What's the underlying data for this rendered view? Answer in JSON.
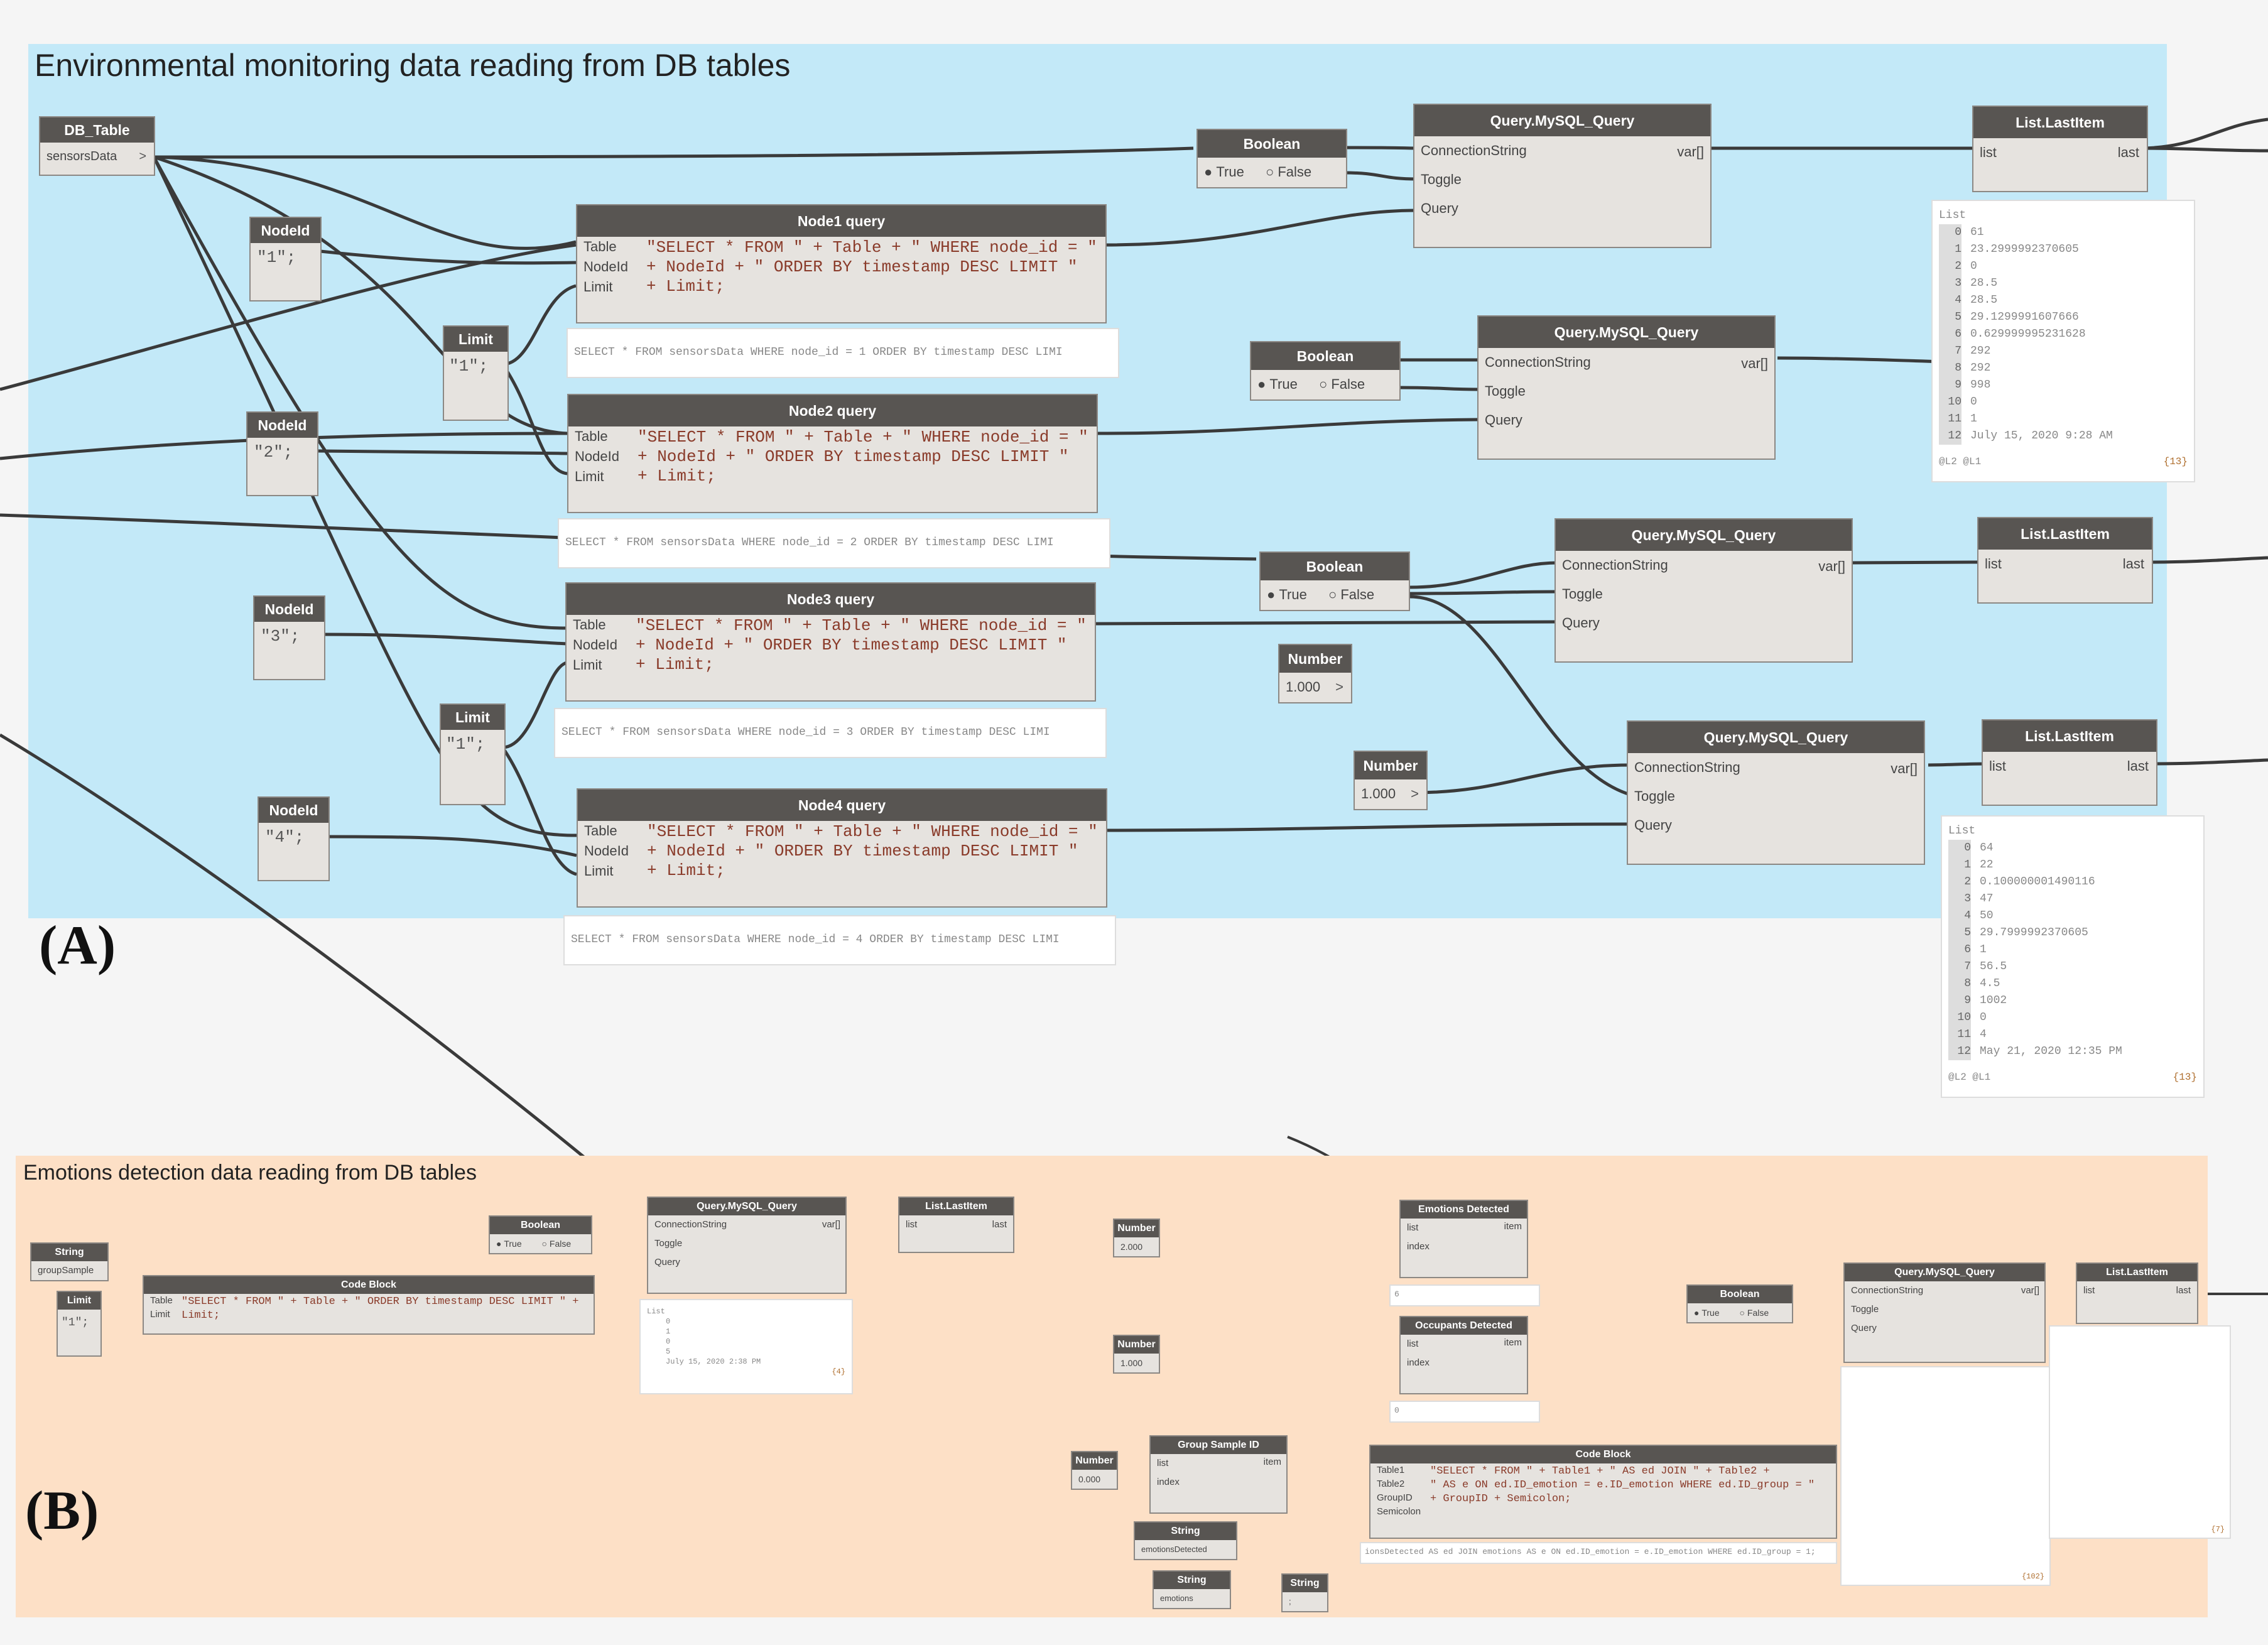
{
  "panel_a": {
    "title": "Environmental monitoring data reading from DB tables",
    "label": "(A)",
    "db_table": {
      "title": "DB_Table",
      "value": "sensorsData"
    },
    "node_ids": [
      {
        "title": "NodeId",
        "value": "\"1\";"
      },
      {
        "title": "NodeId",
        "value": "\"2\";"
      },
      {
        "title": "NodeId",
        "value": "\"3\";"
      },
      {
        "title": "NodeId",
        "value": "\"4\";"
      }
    ],
    "limits": [
      {
        "title": "Limit",
        "value": "\"1\";"
      },
      {
        "title": "Limit",
        "value": "\"1\";"
      }
    ],
    "query_nodes": [
      {
        "title": "Node1 query",
        "preview": "SELECT * FROM sensorsData WHERE node_id = 1 ORDER BY timestamp DESC LIMI"
      },
      {
        "title": "Node2 query",
        "preview": "SELECT * FROM sensorsData WHERE node_id = 2 ORDER BY timestamp DESC LIMI"
      },
      {
        "title": "Node3 query",
        "preview": "SELECT * FROM sensorsData WHERE node_id = 3 ORDER BY timestamp DESC LIMI"
      },
      {
        "title": "Node4 query",
        "preview": "SELECT * FROM sensorsData WHERE node_id = 4 ORDER BY timestamp DESC LIMI"
      }
    ],
    "code_ports": [
      "Table",
      "NodeId",
      "Limit"
    ],
    "code_lines": [
      "\"SELECT * FROM \" + Table + \" WHERE node_id = \"",
      "+ NodeId + \" ORDER BY timestamp DESC LIMIT \"",
      "+ Limit;"
    ],
    "boolean": {
      "title": "Boolean",
      "true_label": "True",
      "false_label": "False"
    },
    "number": {
      "title": "Number",
      "value": "1.000"
    },
    "mysql": {
      "title": "Query.MySQL_Query",
      "ports": [
        "ConnectionString",
        "Toggle",
        "Query"
      ],
      "output": "var[]"
    },
    "lastitem": {
      "title": "List.LastItem",
      "input": "list",
      "output": "last"
    },
    "list1": {
      "header": "List",
      "items": [
        "61",
        "23.2999992370605",
        "0",
        "28.5",
        "28.5",
        "29.1299991607666",
        "0.629999995231628",
        "292",
        "292",
        "998",
        "0",
        "1",
        "July 15, 2020 9:28 AM"
      ],
      "footer_left": "@L2 @L1",
      "footer_right": "{13}"
    },
    "list2": {
      "header": "List",
      "items": [
        "64",
        "22",
        "0.100000001490116",
        "47",
        "50",
        "29.7999992370605",
        "1",
        "56.5",
        "4.5",
        "1002",
        "0",
        "4",
        "May 21, 2020 12:35 PM"
      ],
      "footer_left": "@L2 @L1",
      "footer_right": "{13}"
    }
  },
  "panel_b": {
    "title": "Emotions detection data reading from DB tables",
    "label": "(B)",
    "string1": {
      "title": "String",
      "value": "groupSample"
    },
    "limit": {
      "title": "Limit",
      "value": "\"1\";"
    },
    "code_block": {
      "title": "Code Block",
      "ports": [
        "Table",
        "Limit"
      ],
      "lines": [
        "\"SELECT * FROM \" + Table + \" ORDER BY timestamp DESC LIMIT \" +",
        "Limit;"
      ]
    },
    "boolean": {
      "title": "Boolean",
      "true_label": "True",
      "false_label": "False"
    },
    "mysql": {
      "title": "Query.MySQL_Query",
      "ports": [
        "ConnectionString",
        "Toggle",
        "Query"
      ],
      "output": "var[]"
    },
    "lastitem": {
      "title": "List.LastItem",
      "input": "list",
      "output": "last"
    },
    "number_2": {
      "title": "Number",
      "value": "2.000"
    },
    "number_1": {
      "title": "Number",
      "value": "1.000"
    },
    "number_0": {
      "title": "Number",
      "value": "0.000"
    },
    "emotions_detected": {
      "title": "Emotions Detected",
      "ports": [
        "list",
        "index"
      ],
      "output": "item",
      "preview": "6"
    },
    "occupants_detected": {
      "title": "Occupants Detected",
      "ports": [
        "list",
        "index"
      ],
      "output": "item",
      "preview": "0"
    },
    "group_sample_id": {
      "title": "Group Sample ID",
      "ports": [
        "list",
        "index"
      ],
      "output": "item"
    },
    "string2": {
      "title": "String",
      "value": "emotionsDetected"
    },
    "string3": {
      "title": "String",
      "value": "emotions"
    },
    "string4": {
      "title": "String",
      "value": ";"
    },
    "code_block2": {
      "title": "Code Block",
      "ports": [
        "Table1",
        "Table2",
        "GroupID",
        "Semicolon"
      ],
      "lines": [
        "\"SELECT * FROM \" + Table1 + \" AS ed JOIN \" + Table2 +",
        "\" AS e ON ed.ID_emotion = e.ID_emotion WHERE ed.ID_group = \"",
        "+ GroupID + Semicolon;"
      ],
      "preview": "ionsDetected AS ed JOIN emotions AS e ON ed.ID_emotion = e.ID_emotion WHERE ed.ID_group = 1;"
    },
    "small_list": {
      "header": "List",
      "items": [
        "0",
        "1",
        "0",
        "5",
        "July 15, 2020 2:38 PM"
      ],
      "footer": "{4}"
    },
    "big_list_footer": "{102}",
    "right_list_footer": "{7}"
  }
}
